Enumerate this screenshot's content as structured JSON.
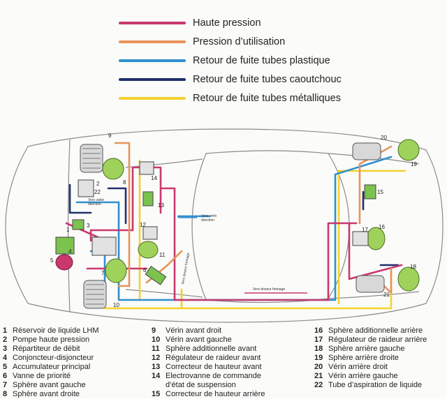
{
  "legend": [
    {
      "label": "Haute pression",
      "color": "#c8386d"
    },
    {
      "label": "Pression d’utilisation",
      "color": "#e8925a"
    },
    {
      "label": "Retour de fuite tubes plastique",
      "color": "#2f8fd0"
    },
    {
      "label": "Retour de fuite tubes caoutchouc",
      "color": "#1f2f6e"
    },
    {
      "label": "Retour de fuite tubes métalliques",
      "color": "#f2d230"
    }
  ],
  "diagram": {
    "labels": {
      "vers_valve": "Vers valve",
      "direction1": "direction",
      "vers_verin": "Vers vérin",
      "direction2": "direction",
      "vers_doseur_freinage_a": "Vers doseur freinage",
      "vers_doseur_freinage_b": "Vers doseur freinage"
    },
    "numbers": [
      "1",
      "2",
      "3",
      "4",
      "5",
      "6",
      "7",
      "8",
      "9",
      "10",
      "11",
      "12",
      "13",
      "14",
      "15",
      "16",
      "17",
      "18",
      "19",
      "20",
      "21",
      "22"
    ]
  },
  "parts": {
    "col1": [
      {
        "num": "1",
        "text": "Réservoir de liquide LHM"
      },
      {
        "num": "2",
        "text": "Pompe haute pression"
      },
      {
        "num": "3",
        "text": "Répartiteur de débit"
      },
      {
        "num": "4",
        "text": "Conjoncteur-disjoncteur"
      },
      {
        "num": "5",
        "text": "Accumulateur principal"
      },
      {
        "num": "6",
        "text": "Vanne de priorité"
      },
      {
        "num": "7",
        "text": "Sphère avant gauche"
      },
      {
        "num": "8",
        "text": "Sphère avant droite"
      }
    ],
    "col2": [
      {
        "num": "9",
        "text": "Vérin avant droit"
      },
      {
        "num": "10",
        "text": "Vérin avant gauche"
      },
      {
        "num": "11",
        "text": "Sphère additionnelle avant"
      },
      {
        "num": "12",
        "text": "Régulateur de raideur avant"
      },
      {
        "num": "13",
        "text": "Correcteur de hauteur avant"
      },
      {
        "num": "14",
        "text": "Electrovanne de commande"
      },
      {
        "num": "",
        "text": "d’état de suspension"
      },
      {
        "num": "15",
        "text": "Correcteur de hauteur arrière"
      }
    ],
    "col3": [
      {
        "num": "16",
        "text": "Sphère additionnelle arrière"
      },
      {
        "num": "17",
        "text": "Régulateur de raideur arrière"
      },
      {
        "num": "18",
        "text": "Sphère arrière gauche"
      },
      {
        "num": "19",
        "text": "Sphère arrière droite"
      },
      {
        "num": "20",
        "text": "Vérin arrière droit"
      },
      {
        "num": "21",
        "text": "Vérin arrière gauche"
      },
      {
        "num": "22",
        "text": "Tube d’aspiration de liquide"
      }
    ]
  }
}
